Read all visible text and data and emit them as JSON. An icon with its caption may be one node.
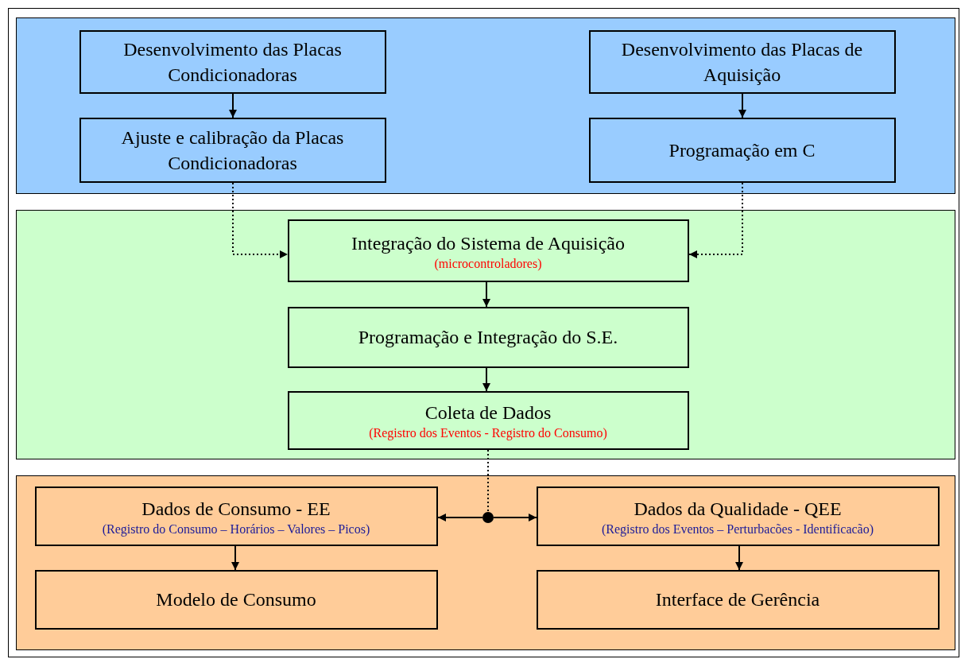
{
  "diagram": {
    "nodes": [
      {
        "text": [],
        "shape": "box"
      },
      {
        "text": [
          "Desenvolvimento das Placas Condicionadoras"
        ],
        "in": 0
      },
      {
        "text": [
          "Ajuste e calibração da Placas Condicionadoras"
        ],
        "in": 0
      },
      {
        "text": [
          "Desenvolvimento das Placas de Aquisição"
        ],
        "in": 0
      },
      {
        "text": [
          "Programação em C"
        ],
        "in": 0
      },
      {
        "text": [],
        "shape": "box"
      },
      {
        "text": [
          "Integração do Sistema de Aquisição",
          "(microcontroladores)"
        ],
        "in": 5
      },
      {
        "text": [
          "Programação e Integração do S.E."
        ],
        "in": 5
      },
      {
        "text": [
          "Coleta de Dados",
          "(Registro dos Eventos - Registro do Consumo)"
        ],
        "in": 5
      },
      {
        "text": [],
        "shape": "box"
      },
      {
        "text": [
          "Dados de Consumo - EE",
          "(Registro do Consumo – Horários – Valores – Picos)"
        ],
        "in": 9
      },
      {
        "text": [],
        "shape": "circle",
        "in": 9
      },
      {
        "text": [
          "Dados da Qualidade - QEE",
          "(Registro dos Eventos – Perturbacões - Identificacão)"
        ],
        "in": 9
      },
      {
        "text": [
          "Modelo de Consumo"
        ],
        "in": 9
      },
      {
        "text": [
          "Interface de Gerência"
        ],
        "in": 9
      }
    ],
    "edges": [
      {
        "from": 1,
        "to": 2,
        "arrow": "to"
      },
      {
        "from": 3,
        "to": 4,
        "arrow": "to"
      },
      {
        "from": 2,
        "to": 6,
        "arrow": "to",
        "style": "dashed"
      },
      {
        "from": 4,
        "to": 6,
        "arrow": "to",
        "style": "dashed"
      },
      {
        "from": 6,
        "to": 7,
        "arrow": "to"
      },
      {
        "from": 7,
        "to": 8,
        "arrow": "to"
      },
      {
        "from": 8,
        "to": 11,
        "arrow": "none",
        "style": "dashed"
      },
      {
        "from": 11,
        "to": 10,
        "arrow": "to"
      },
      {
        "from": 11,
        "to": 12,
        "arrow": "to"
      },
      {
        "from": 10,
        "to": 13,
        "arrow": "to"
      },
      {
        "from": 12,
        "to": 14,
        "arrow": "to"
      }
    ]
  }
}
